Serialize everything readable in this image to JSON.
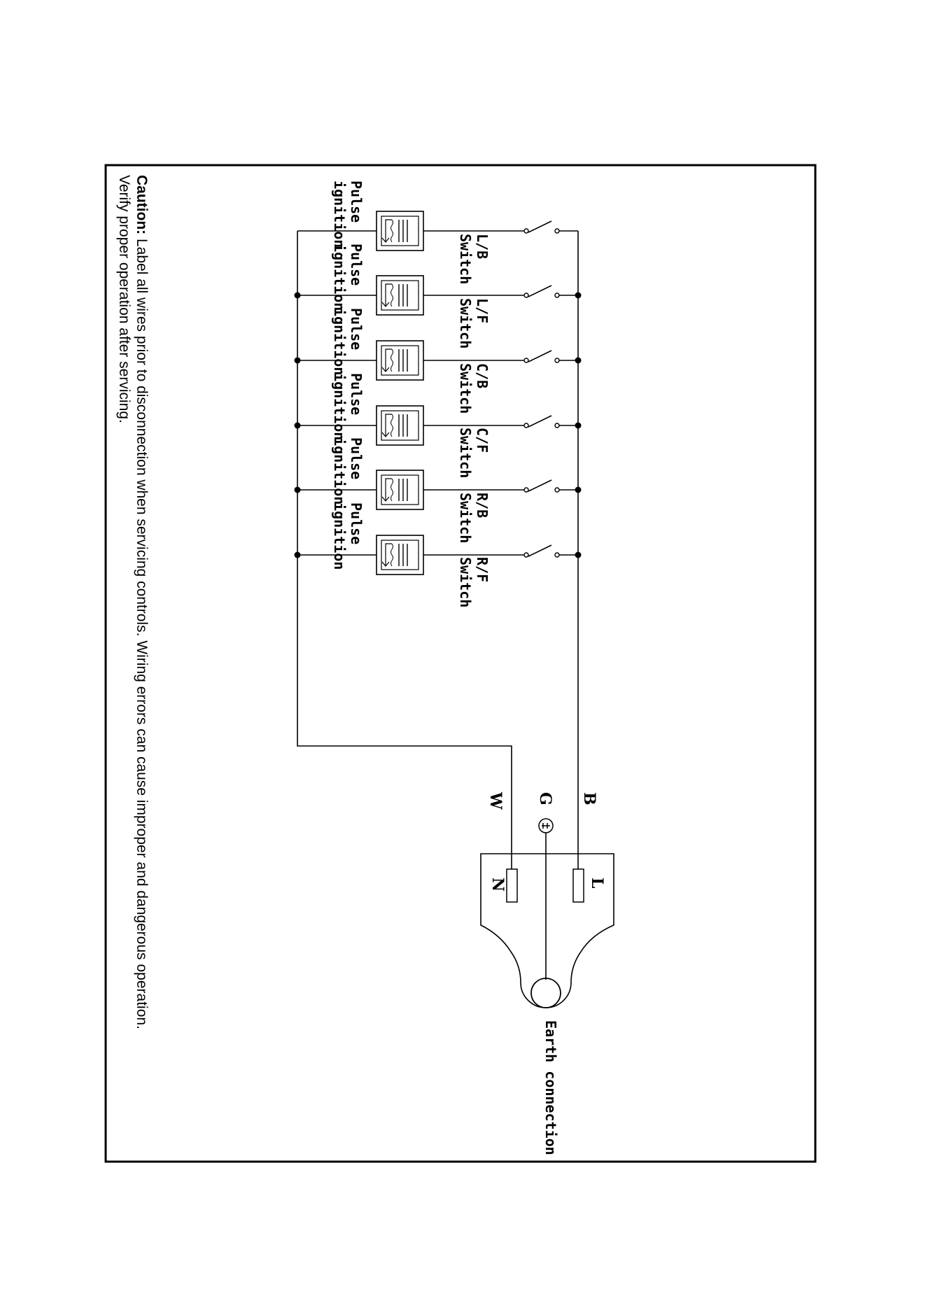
{
  "switches": [
    {
      "label": "L/B",
      "sub": "Switch"
    },
    {
      "label": "L/F",
      "sub": "Switch"
    },
    {
      "label": "C/B",
      "sub": "Switch"
    },
    {
      "label": "C/F",
      "sub": "Switch"
    },
    {
      "label": "R/B",
      "sub": "Switch"
    },
    {
      "label": "R/F",
      "sub": "Switch"
    }
  ],
  "ignition": {
    "line1": "Pulse",
    "line2": "ignition"
  },
  "wires": {
    "b": "B",
    "g": "G",
    "w": "W"
  },
  "plug": {
    "l": "L",
    "n": "N"
  },
  "earth": "Earth connection",
  "caution": {
    "bold": "Caution:",
    "line1": " Label all wires prior to disconnection when servicing controls. Wiring errors can cause improper and dangerous operation.",
    "line2": "Verify proper operation after servicing."
  }
}
